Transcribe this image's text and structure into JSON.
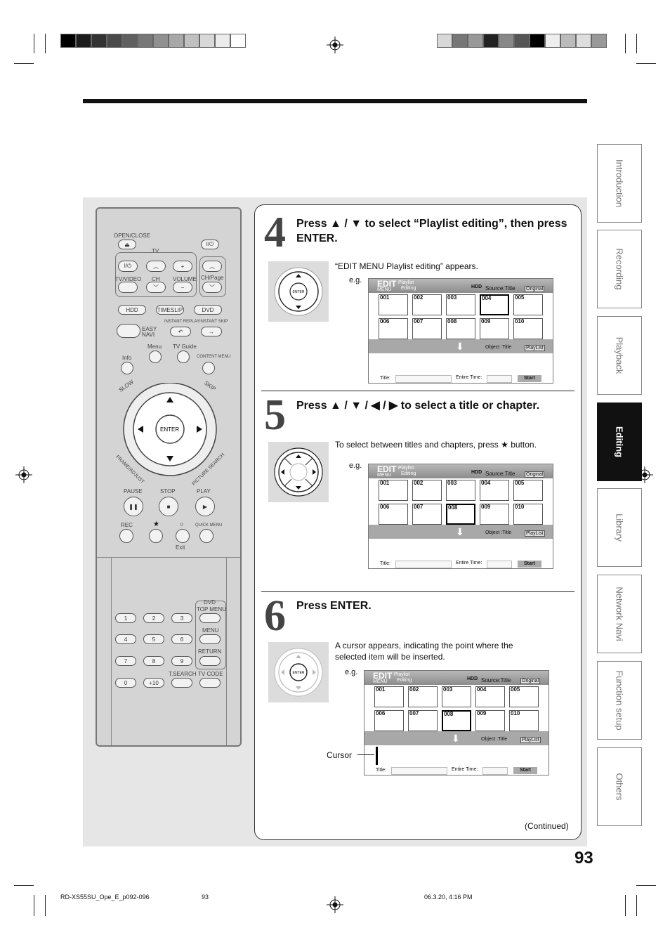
{
  "sidebar": {
    "tabs": [
      {
        "label": "Introduction"
      },
      {
        "label": "Recording"
      },
      {
        "label": "Playback"
      },
      {
        "label": "Editing"
      },
      {
        "label": "Library"
      },
      {
        "label": "Network Navi"
      },
      {
        "label": "Function setup"
      },
      {
        "label": "Others"
      }
    ]
  },
  "remote": {
    "open_close": "OPEN/CLOSE",
    "tv": "TV",
    "tv_video": "TV/VIDEO",
    "ch": "CH",
    "volume": "VOLUME",
    "ch_page": "CH/Page",
    "hdd": "HDD",
    "timeslip": "TIMESLIP",
    "dvd": "DVD",
    "easy_navi": "EASY NAVI",
    "instant_replay": "INSTANT REPLAY",
    "instant_skip": "INSTANT SKIP",
    "menu": "Menu",
    "tv_guide": "TV Guide",
    "info": "Info",
    "content_menu": "CONTENT MENU",
    "slow": "SLOW",
    "skip": "SKIP",
    "enter": "ENTER",
    "frame_adjust": "FRAME/ADJUST",
    "picture_search": "PICTURE SEARCH",
    "pause": "PAUSE",
    "stop": "STOP",
    "play": "PLAY",
    "rec": "REC",
    "quick_menu": "QUICK MENU",
    "exit": "Exit",
    "dvd2": "DVD",
    "top_menu": "TOP MENU",
    "menu2": "MENU",
    "return": "RETURN",
    "tsearch": "T.SEARCH",
    "tv_code": "TV CODE",
    "digits": [
      "1",
      "2",
      "3",
      "4",
      "5",
      "6",
      "7",
      "8",
      "9",
      "0",
      "+10"
    ]
  },
  "steps": [
    {
      "number": "4",
      "title": "Press ▲ / ▼ to select “Playlist editing”, then press ENTER.",
      "desc": "“EDIT MENU Playlist editing” appears.",
      "eg": "e.g."
    },
    {
      "number": "5",
      "title": "Press ▲ / ▼ / ◀ / ▶ to select a title or chapter.",
      "desc": "To select between titles and chapters, press ★ button.",
      "eg": "e.g."
    },
    {
      "number": "6",
      "title": "Press ENTER.",
      "desc": "A cursor appears, indicating the point where the selected item will be inserted.",
      "eg": "e.g.",
      "cursor_label": "Cursor"
    }
  ],
  "screen": {
    "edit": "EDIT",
    "menu": "MENU",
    "playlist": "Playlist",
    "editing": "Editing",
    "hdd": "HDD",
    "source": "Source:Title",
    "original": "Original",
    "object": "Object :Title",
    "playlist_tab": "PlayList",
    "title_label": "Title:",
    "entire_time": "Entire Time:",
    "start": "Start",
    "thumb_numbers": [
      "001",
      "002",
      "003",
      "004",
      "005",
      "006",
      "007",
      "008",
      "009",
      "010"
    ]
  },
  "continued": "(Continued)",
  "page_number": "93",
  "footer": {
    "file": "RD-XS55SU_Ope_E_p092-096",
    "page": "93",
    "date": "06.3.20, 4:16 PM"
  }
}
